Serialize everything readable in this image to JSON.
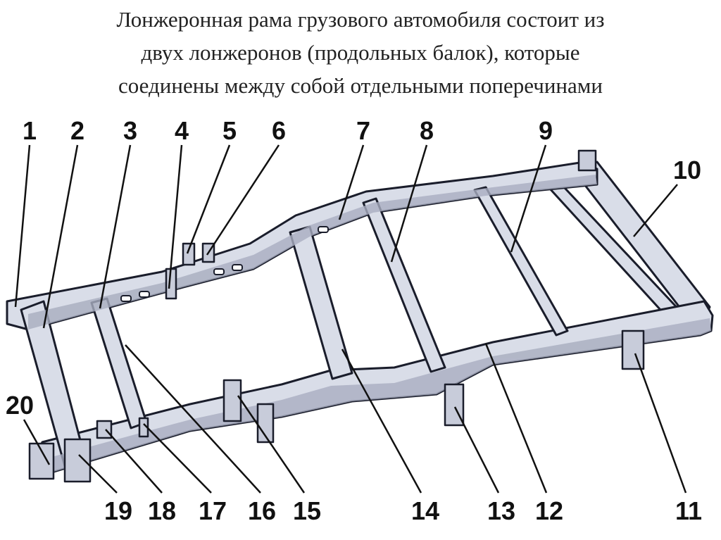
{
  "caption": {
    "lines": [
      "Лонжеронная рама грузового автомобиля  состоит из",
      "двух лонжеронов  (продольных балок), которые",
      "соединены между собой отдельными поперечинами"
    ]
  },
  "callouts": [
    "1",
    "2",
    "3",
    "4",
    "5",
    "6",
    "7",
    "8",
    "9",
    "10",
    "11",
    "12",
    "13",
    "14",
    "15",
    "16",
    "17",
    "18",
    "19",
    "20"
  ],
  "colors": {
    "frame_fill": "#d9dde8",
    "frame_stroke": "#1a1d2b",
    "shade": "#a9aec0",
    "leader": "#111111"
  }
}
